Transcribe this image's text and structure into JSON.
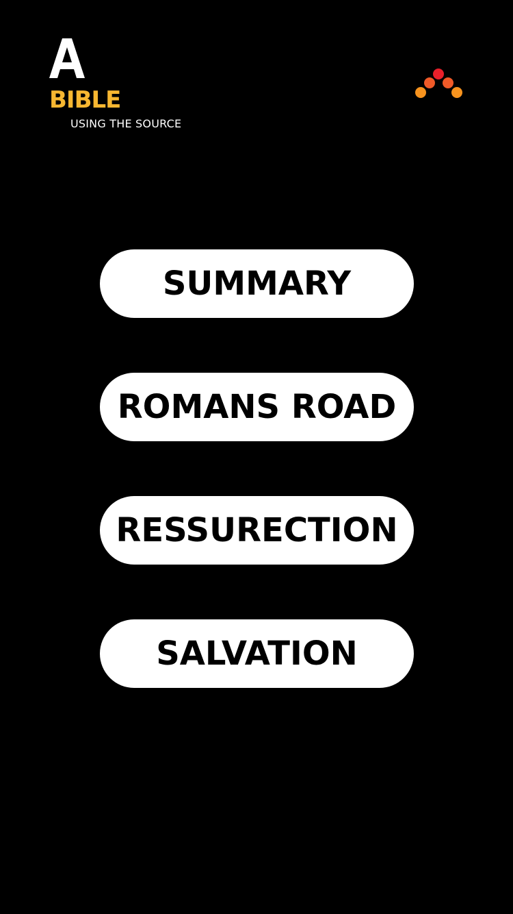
{
  "header": {
    "logo_mark": "A",
    "title": "BIBLE",
    "subtitle": "USING THE SOURCE",
    "title_color": "#f7b731"
  },
  "top_right": {
    "icon": "loading-dots-icon",
    "colors": [
      "#e8202a",
      "#f05a28",
      "#f7931e"
    ]
  },
  "menu": {
    "items": [
      {
        "label": "SUMMARY"
      },
      {
        "label": "ROMANS ROAD"
      },
      {
        "label": "RESSURECTION"
      },
      {
        "label": "SALVATION"
      }
    ]
  },
  "colors": {
    "background": "#000000",
    "button_bg": "#ffffff",
    "button_text": "#000000"
  }
}
